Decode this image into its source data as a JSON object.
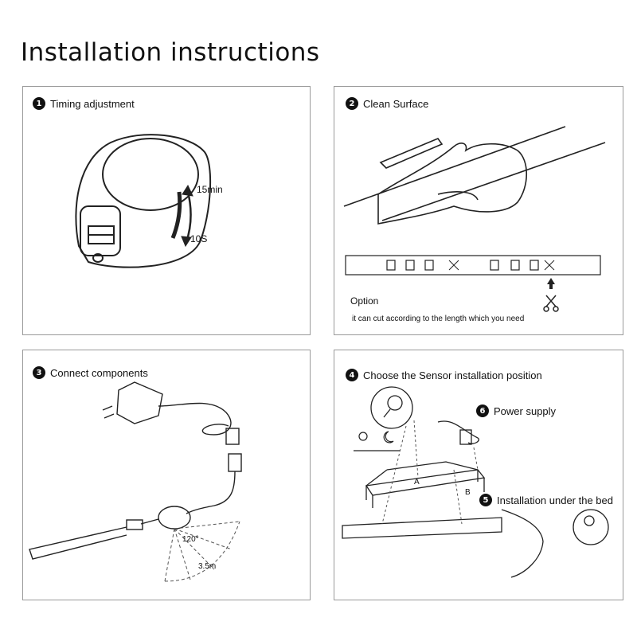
{
  "title": "Installation instructions",
  "steps": {
    "s1": {
      "num": "1",
      "label": "Timing adjustment"
    },
    "s2": {
      "num": "2",
      "label": "Clean Surface"
    },
    "s3": {
      "num": "3",
      "label": "Connect components"
    },
    "s4": {
      "num": "4",
      "label": "Choose the Sensor installation position"
    },
    "s5": {
      "num": "5",
      "label": "Installation under the bed"
    },
    "s6": {
      "num": "6",
      "label": "Power supply"
    }
  },
  "panel1": {
    "time_max": "15min",
    "time_min": "10S"
  },
  "panel2": {
    "option": "Option",
    "cut_note": "it can cut according to the length which you need"
  },
  "panel3": {
    "angle": "120°",
    "distance": "3.5m"
  },
  "panel4": {
    "point_a": "A",
    "point_b": "B"
  }
}
